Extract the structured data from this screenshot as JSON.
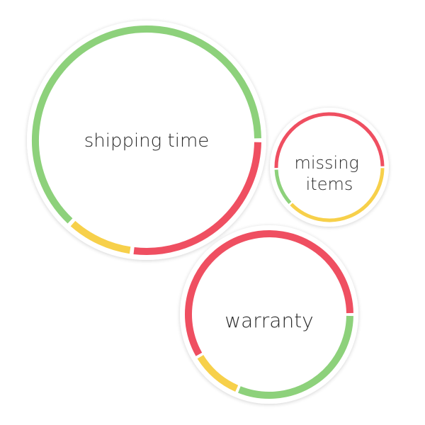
{
  "palette": {
    "positive": "#8dd17b",
    "neutral": "#f7d04a",
    "negative": "#ef4f61"
  },
  "bubbles": [
    {
      "id": "shipping-time",
      "label_lines": [
        "shipping time"
      ],
      "segments": [
        {
          "sentiment": "positive",
          "share": 0.632
        },
        {
          "sentiment": "neutral",
          "share": 0.097
        },
        {
          "sentiment": "negative",
          "share": 0.271
        }
      ]
    },
    {
      "id": "missing-items",
      "label_lines": [
        "missing",
        "items"
      ],
      "segments": [
        {
          "sentiment": "negative",
          "share": 0.505
        },
        {
          "sentiment": "positive",
          "share": 0.115
        },
        {
          "sentiment": "neutral",
          "share": 0.38
        }
      ]
    },
    {
      "id": "warranty",
      "label_lines": [
        "warranty"
      ],
      "segments": [
        {
          "sentiment": "negative",
          "share": 0.585
        },
        {
          "sentiment": "neutral",
          "share": 0.102
        },
        {
          "sentiment": "positive",
          "share": 0.313
        }
      ]
    }
  ]
}
